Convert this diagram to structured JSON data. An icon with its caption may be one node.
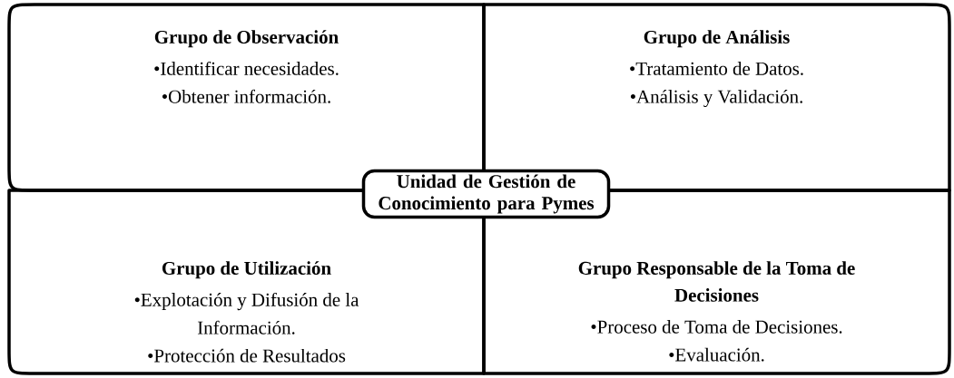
{
  "diagram": {
    "nodes": [
      {
        "text": [
          "Grupo de Observación",
          "•Identificar necesidades.",
          "•Obtener información."
        ]
      },
      {
        "text": [
          "Grupo de Análisis",
          "•Tratamiento de Datos.",
          "•Análisis y Validación."
        ]
      },
      {
        "text": [
          "Grupo de Utilización",
          "•Explotación y Difusión de la Información.",
          "•Protección de Resultados"
        ]
      },
      {
        "text": [
          "Grupo Responsable de la Toma de Decisiones",
          "•Proceso de Toma de Decisiones.",
          "•Evaluación."
        ]
      },
      {
        "text": [
          "Unidad de Gestión de Conocimiento para Pymes"
        ]
      }
    ]
  }
}
